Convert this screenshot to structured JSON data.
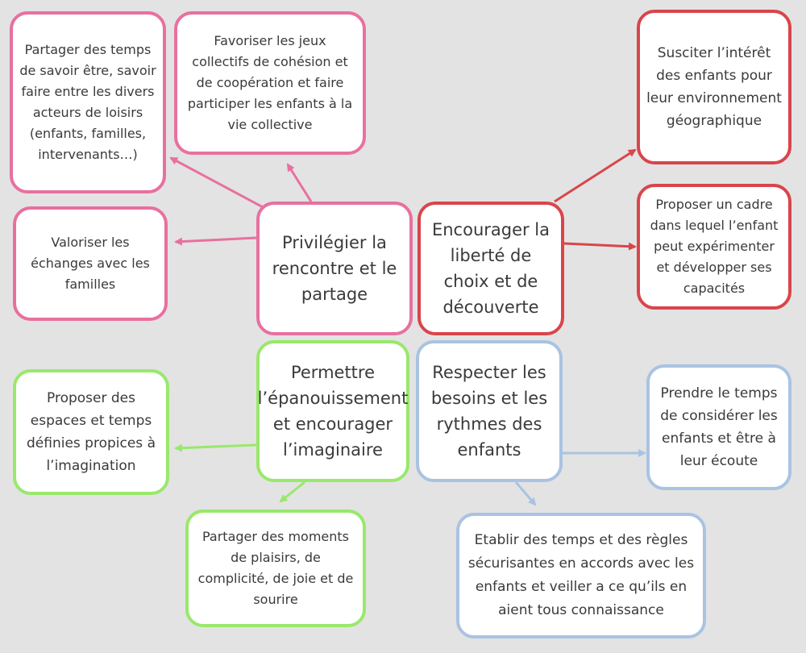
{
  "colors": {
    "pink": "#e8709f",
    "red": "#d9454b",
    "green": "#99e86b",
    "blue": "#a9c3e2",
    "background": "#e3e3e3"
  },
  "centers": {
    "rencontre": "Privilégier la rencontre et le partage",
    "liberte": "Encourager la liberté de choix et de découverte",
    "epanouissement": "Permettre l’épanouissement et encourager l’imaginaire",
    "besoins": "Respecter les besoins et les rythmes des enfants"
  },
  "leaves": {
    "partager_temps": "Partager des temps de savoir être, savoir faire entre les divers acteurs de loisirs (enfants, familles, intervenants…)",
    "jeux_collectifs": "Favoriser les jeux collectifs de cohésion et de coopération et faire participer les enfants à la vie collective",
    "valoriser_echanges": "Valoriser les échanges avec les familles",
    "susciter_interet": "Susciter l’intérêt des enfants pour leur environnement géographique",
    "cadre_experimenter": "Proposer un cadre dans lequel l’enfant peut expérimenter et développer ses capacités",
    "espaces_temps": "Proposer des espaces et temps définies propices à l’imagination",
    "moments_plaisirs": "Partager des moments de plaisirs, de complicité, de joie et de sourire",
    "prendre_temps": "Prendre le temps de considérer les enfants et être à leur écoute",
    "etablir_regles": "Etablir des temps et des règles sécurisantes en accords avec les enfants et veiller a ce qu’ils en aient tous connaissance"
  }
}
